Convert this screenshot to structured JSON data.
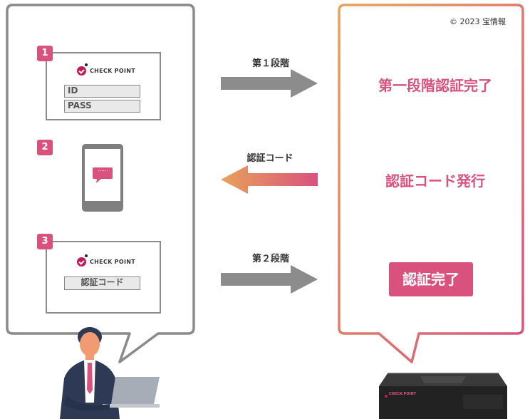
{
  "copyright": "© 2023 宝情報",
  "left_panel": {
    "steps": [
      {
        "number": "1",
        "logo_text": "CHECK POINT",
        "fields": [
          "ID",
          "PASS"
        ]
      },
      {
        "number": "2",
        "phone_message": "……"
      },
      {
        "number": "3",
        "logo_text": "CHECK POINT",
        "code_field": "認証コード"
      }
    ]
  },
  "arrows": {
    "step1_label": "第１段階",
    "code_label": "認証コード",
    "step2_label": "第２段階"
  },
  "right_panel": {
    "line1": "第一段階認証完了",
    "line2": "認証コード発行",
    "done_button": "認証完了"
  },
  "device": {
    "logo_text": "CHECK POINT"
  },
  "colors": {
    "accent": "#d9527e",
    "frame_gray": "#8a8a8a",
    "arrow_gray": "#8c8c8c",
    "gradient_start": "#e8a25a"
  }
}
